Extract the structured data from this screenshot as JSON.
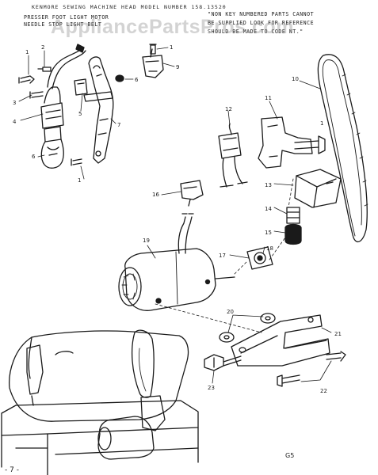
{
  "header": {
    "title": "KENMORE SEWING MACHINE HEAD MODEL NUMBER 158.13520"
  },
  "section_label": {
    "line1": "PRESSER FOOT LIGHT MOTOR",
    "line2": "NEEDLE STOP LIGHT BELT"
  },
  "note": {
    "line1": "\"NON KEY NUMBERED PARTS CANNOT",
    "line2": "BE SUPPLIED LOOK FOR REFERENCE",
    "line3": "SHOULD BE MADE TO CODE NT.\""
  },
  "watermark": "AppliancePartsPros.com",
  "callouts": [
    "1",
    "2",
    "3",
    "4",
    "5",
    "6",
    "7",
    "8",
    "9",
    "10",
    "11",
    "12",
    "13",
    "14",
    "15",
    "16",
    "17",
    "18",
    "19",
    "20",
    "21",
    "22",
    "23"
  ],
  "footer": {
    "page_number": "- 7 -",
    "code": "G5"
  }
}
